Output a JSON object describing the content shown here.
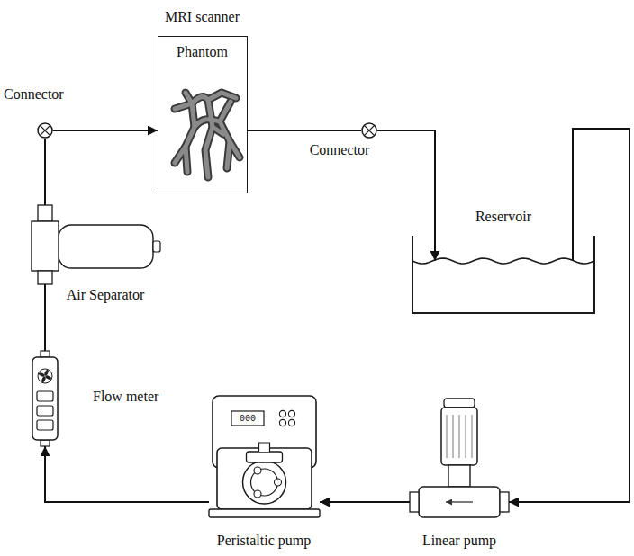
{
  "diagram": {
    "nodes": [
      {
        "text": [
          "MRI scanner",
          "Phantom"
        ]
      },
      {
        "text": [
          "Connector"
        ]
      },
      {
        "text": [
          "Connector"
        ]
      },
      {
        "text": [
          "Reservoir"
        ]
      },
      {
        "text": [
          "Air Separator"
        ]
      },
      {
        "text": [
          "Flow meter"
        ]
      },
      {
        "text": [
          "Peristaltic pump"
        ]
      },
      {
        "text": [
          "Linear pump"
        ]
      }
    ],
    "edges": [
      {
        "from": 3,
        "to": 7,
        "arrow": "to"
      },
      {
        "from": 7,
        "to": 6,
        "arrow": "to"
      },
      {
        "from": 6,
        "to": 5,
        "arrow": "to"
      },
      {
        "from": 5,
        "to": 4,
        "arrow": "none"
      },
      {
        "from": 4,
        "to": 1,
        "arrow": "none"
      },
      {
        "from": 1,
        "to": 0,
        "arrow": "to"
      },
      {
        "from": 0,
        "to": 2,
        "arrow": "none"
      },
      {
        "from": 2,
        "to": 3,
        "arrow": "to"
      }
    ],
    "labels": [
      "000"
    ]
  }
}
